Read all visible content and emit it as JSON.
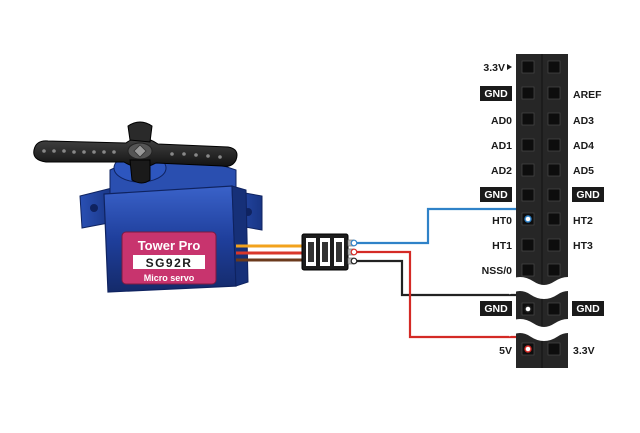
{
  "servo": {
    "brand": "Tower Pro",
    "model": "SG92R",
    "caption": "Micro servo"
  },
  "header": {
    "left_labels": [
      "3.3V",
      "GND",
      "AD0",
      "AD1",
      "AD2",
      "GND",
      "HT0",
      "HT1",
      "NSS/0",
      "GND",
      "5V"
    ],
    "right_labels": [
      "AREF",
      "AD3",
      "AD4",
      "AD5",
      "GND",
      "HT2",
      "HT3",
      "GND",
      "3.3V"
    ],
    "boxed_labels": [
      "GND"
    ]
  },
  "wires": {
    "signal_color": "#2f82c8",
    "power_color": "#d42a25",
    "ground_color": "#222222",
    "servo_lead_colors": [
      "#f2a21d",
      "#d9372b",
      "#6b3a1c"
    ]
  },
  "colors": {
    "servo_body": "#1f3f9c",
    "label_plate": "#c8346e",
    "header_body": "#262626"
  }
}
